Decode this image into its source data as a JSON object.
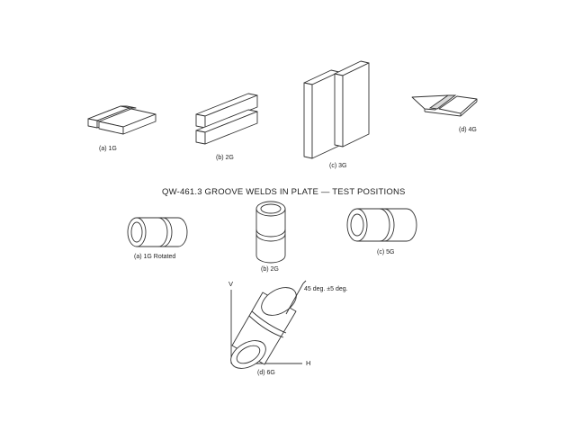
{
  "plate": {
    "title": "QW-461.3 GROOVE WELDS IN PLATE — TEST POSITIONS",
    "labels": {
      "p1g": "(a) 1G",
      "p2g": "(b) 2G",
      "p3g": "(c) 3G",
      "p4g": "(d) 4G"
    }
  },
  "pipe": {
    "labels": {
      "p1g": "(a) 1G Rotated",
      "p2g": "(b) 2G",
      "p5g": "(c) 5G",
      "p6g": "(d) 6G"
    },
    "axis_v": "V",
    "axis_h": "H",
    "angle": "45 deg. ±5 deg."
  }
}
